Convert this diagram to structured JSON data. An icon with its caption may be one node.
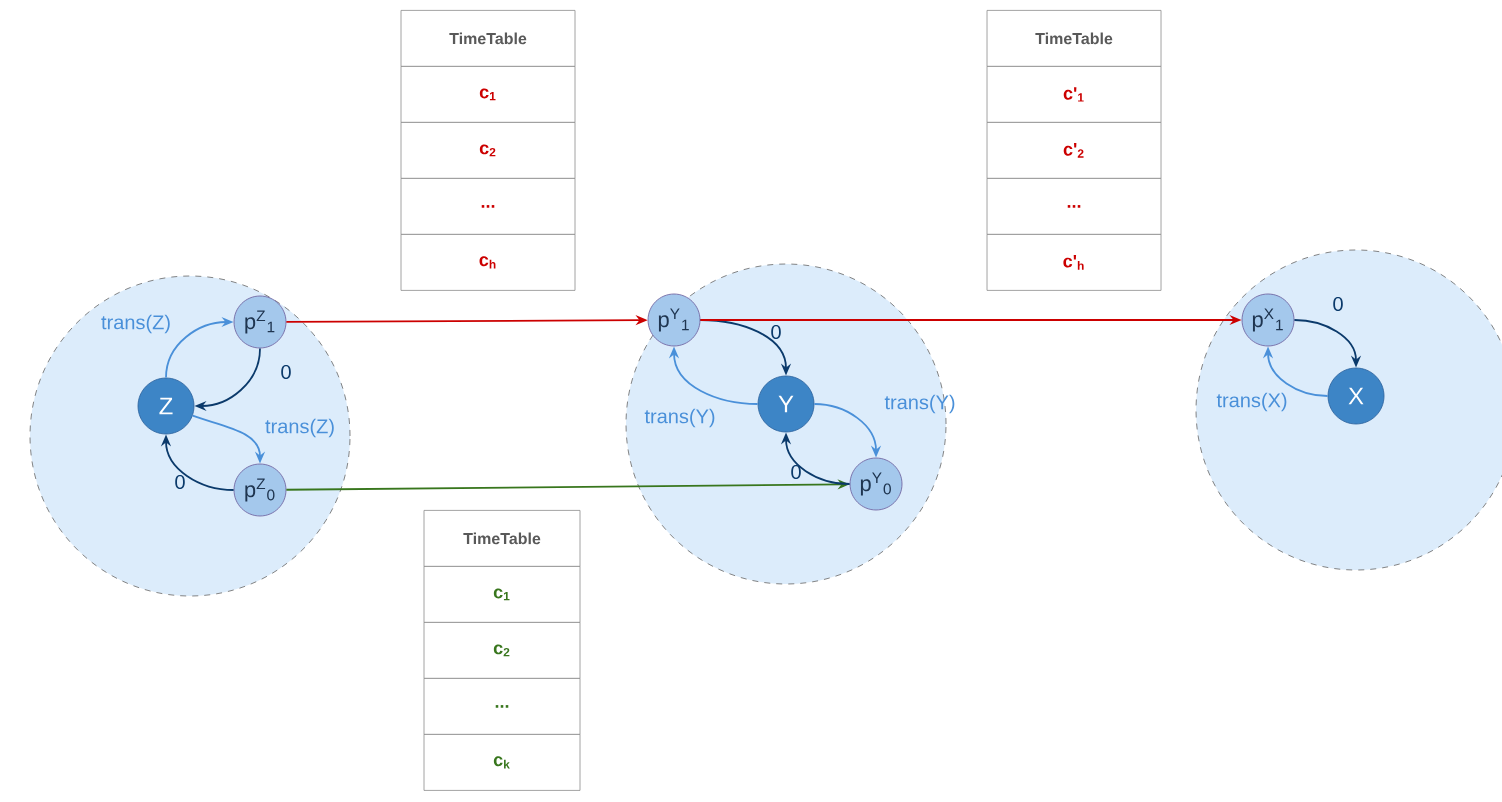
{
  "diagram": {
    "nodes": [
      {
        "text": [],
        "shape": "circle"
      },
      {
        "text": [
          "p$^{Z}$$_{1}$"
        ],
        "in": 0
      },
      {
        "text": [
          "Z"
        ],
        "in": 0
      },
      {
        "text": [
          "p$^{Z}$$_{0}$"
        ],
        "in": 0
      },
      {
        "text": [],
        "shape": "circle"
      },
      {
        "text": [
          "p$^{Y}$$_{1}$"
        ],
        "in": 4
      },
      {
        "text": [
          "Y"
        ],
        "in": 4
      },
      {
        "text": [
          "p$^{Y}$$_{0}$"
        ],
        "in": 4
      },
      {
        "text": [],
        "shape": "circle"
      },
      {
        "text": [
          "p$^{X}$$_{1}$"
        ],
        "in": 8
      },
      {
        "text": [
          "X"
        ],
        "in": 8
      },
      {
        "text": [
          "TimeTable",
          "c$_{1}$",
          "c$_{2}$",
          "...",
          "c$_{h}$"
        ]
      },
      {
        "text": [
          "TimeTable",
          "c'$_{1}$",
          "c'$_{2}$",
          "...",
          "c'$_{h}$"
        ]
      },
      {
        "text": [
          "TimeTable",
          "c$_{1}$",
          "c$_{2}$",
          "...",
          "c$_{k}$"
        ]
      }
    ],
    "edges": [
      {
        "from": 2,
        "to": 1,
        "arrow": "to",
        "label": "trans(Z)",
        "color": "#4a90d9"
      },
      {
        "from": 1,
        "to": 2,
        "arrow": "to",
        "label": "0",
        "color": "#0b3a6b"
      },
      {
        "from": 2,
        "to": 3,
        "arrow": "to",
        "label": "trans(Z)",
        "color": "#4a90d9"
      },
      {
        "from": 3,
        "to": 2,
        "arrow": "to",
        "label": "0",
        "color": "#0b3a6b"
      },
      {
        "from": 1,
        "to": 5,
        "arrow": "to",
        "color": "#cc0000"
      },
      {
        "from": 3,
        "to": 7,
        "arrow": "to",
        "color": "#38761d"
      },
      {
        "from": 5,
        "to": 6,
        "arrow": "to",
        "label": "0",
        "color": "#0b3a6b"
      },
      {
        "from": 6,
        "to": 5,
        "arrow": "to",
        "label": "trans(Y)",
        "color": "#4a90d9"
      },
      {
        "from": 6,
        "to": 7,
        "arrow": "to",
        "label": "trans(Y)",
        "color": "#4a90d9"
      },
      {
        "from": 7,
        "to": 6,
        "arrow": "to",
        "label": "0",
        "color": "#0b3a6b"
      },
      {
        "from": 5,
        "to": 9,
        "arrow": "to",
        "color": "#cc0000"
      },
      {
        "from": 9,
        "to": 10,
        "arrow": "to",
        "label": "0",
        "color": "#0b3a6b"
      },
      {
        "from": 10,
        "to": 9,
        "arrow": "to",
        "label": "trans(X)",
        "color": "#4a90d9"
      }
    ]
  }
}
